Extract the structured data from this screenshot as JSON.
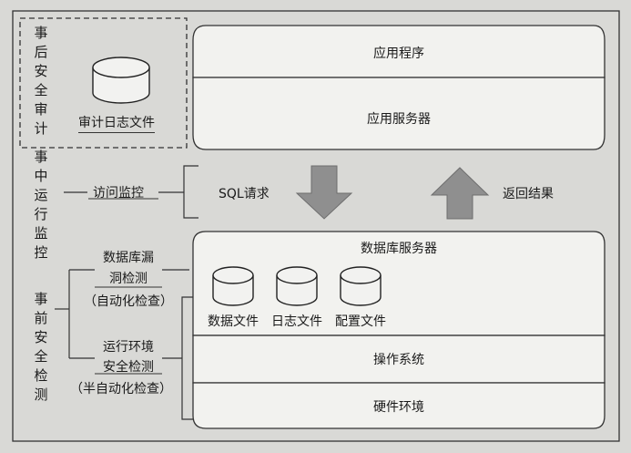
{
  "left_column": {
    "post_audit": "事\n后\n安\n全\n审\n计",
    "in_process_monitor": "事\n中\n运\n行\n监\n控",
    "pre_check": "事\n前\n安\n全\n检\n测"
  },
  "audit_log_file": "审计日志文件",
  "access_control": "访问监控",
  "db_vuln_check": {
    "line1": "数据库漏",
    "line2": "洞检测",
    "line3": "（自动化检查）"
  },
  "env_check": {
    "line1": "运行环境",
    "line2": "安全检测",
    "line3": "（半自动化检查）"
  },
  "layers": {
    "application": "应用程序",
    "app_server": "应用服务器",
    "db_server": "数据库服务器",
    "os": "操作系统",
    "hardware": "硬件环境"
  },
  "sql_request": "SQL请求",
  "return_result": "返回结果",
  "db_files": {
    "data_file": "数据文件",
    "log_file": "日志文件",
    "config_file": "配置文件"
  }
}
